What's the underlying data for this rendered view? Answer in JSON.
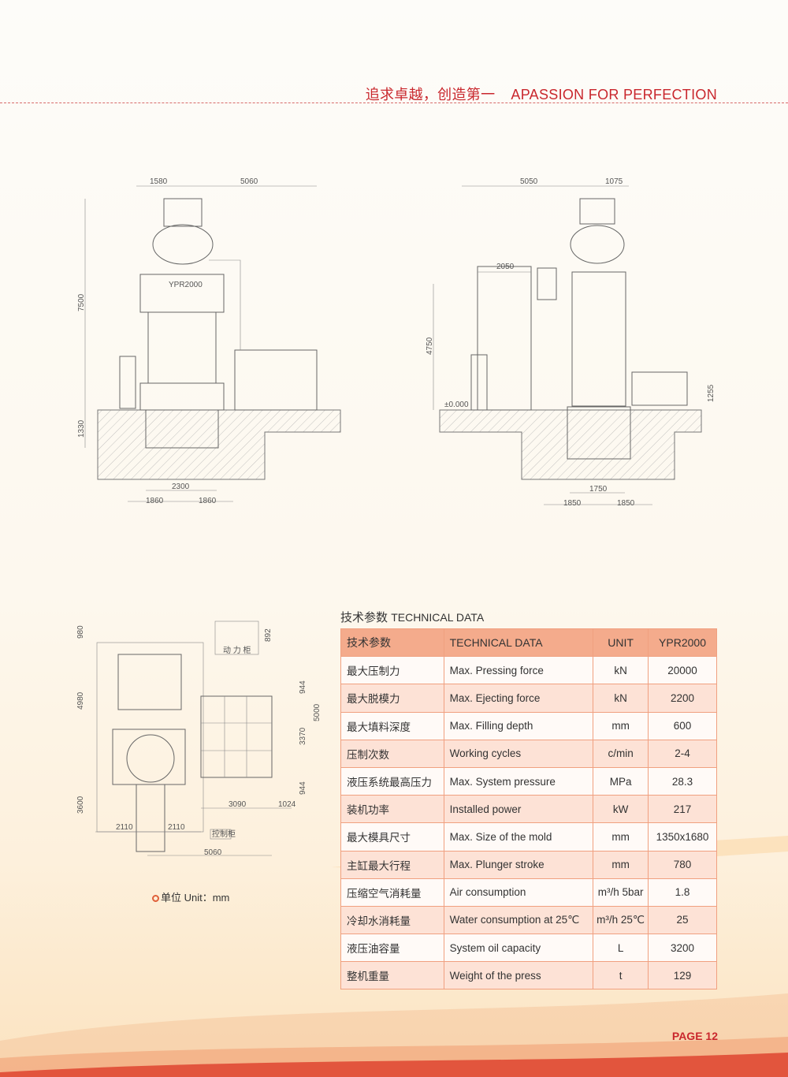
{
  "header": {
    "slogan_cn": "追求卓越，创造第一",
    "slogan_en": "APASSION FOR PERFECTION"
  },
  "front_view": {
    "dims": [
      "1580",
      "5060",
      "7500",
      "1330",
      "2300",
      "1860",
      "1860"
    ],
    "model_label": "YPR2000"
  },
  "side_view": {
    "dims": [
      "5050",
      "1075",
      "2050",
      "4750",
      "±0.000",
      "1255",
      "1750",
      "1850",
      "1850"
    ]
  },
  "plan_view": {
    "dims": [
      "980",
      "4980",
      "3600",
      "2110",
      "2110",
      "5060",
      "892",
      "944",
      "5000",
      "3370",
      "944",
      "3090",
      "1024"
    ],
    "power_cabinet": "动 力 柜",
    "control_cabinet": "控制柜"
  },
  "unit_note": "单位 Unit：mm",
  "table": {
    "title_cn": "技术参数",
    "title_en": "TECHNICAL DATA",
    "headers": [
      "技术参数",
      "TECHNICAL DATA",
      "UNIT",
      "YPR2000"
    ],
    "rows": [
      [
        "最大压制力",
        "Max. Pressing force",
        "kN",
        "20000"
      ],
      [
        "最大脱模力",
        "Max. Ejecting force",
        "kN",
        "2200"
      ],
      [
        "最大填料深度",
        "Max. Filling depth",
        "mm",
        "600"
      ],
      [
        "压制次数",
        "Working cycles",
        "c/min",
        "2-4"
      ],
      [
        "液压系统最高压力",
        "Max. System pressure",
        "MPa",
        "28.3"
      ],
      [
        "装机功率",
        "Installed power",
        "kW",
        "217"
      ],
      [
        "最大模具尺寸",
        "Max. Size of the mold",
        "mm",
        "1350x1680"
      ],
      [
        "主缸最大行程",
        "Max. Plunger stroke",
        "mm",
        "780"
      ],
      [
        "压缩空气消耗量",
        "Air consumption",
        "m³/h 5bar",
        "1.8"
      ],
      [
        "冷却水消耗量",
        "Water consumption at 25℃",
        "m³/h 25℃",
        "25"
      ],
      [
        "液压油容量",
        "System oil capacity",
        "L",
        "3200"
      ],
      [
        "整机重量",
        "Weight of the press",
        "t",
        "129"
      ]
    ]
  },
  "footer": {
    "page": "PAGE 12"
  },
  "colors": {
    "accent": "#c9272d",
    "table_header": "#f4ab8c",
    "table_border": "#f0a080"
  }
}
